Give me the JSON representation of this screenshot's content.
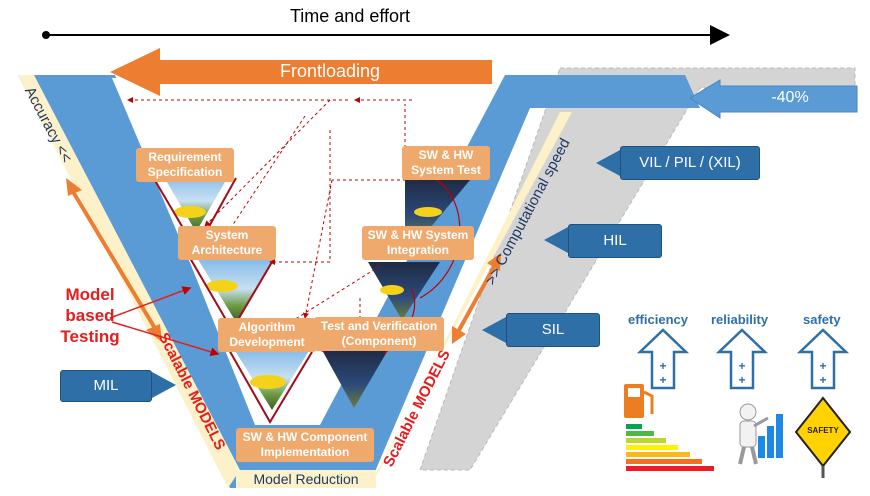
{
  "timeline": {
    "label": "Time and effort"
  },
  "frontloading": {
    "label": "Frontloading"
  },
  "reduction": {
    "label": "-40%"
  },
  "axes": {
    "accuracy": "Accuracy <<",
    "computational_speed": ">> Computational speed",
    "scalable_left": "Scalable MODELS",
    "scalable_right": "Scalable MODELS",
    "model_reduction": "Model Reduction"
  },
  "steps": {
    "requirement": "Requirement Specification",
    "architecture": "System Architecture",
    "algorithm": "Algorithm Development",
    "component_impl": "SW & HW Component Implementation",
    "test_component": "Test and Verification (Component)",
    "system_integration": "SW & HW System Integration",
    "system_test": "SW & HW System Test"
  },
  "callouts": {
    "vil": "VIL / PIL / (XIL)",
    "hil": "HIL",
    "sil": "SIL",
    "mil": "MIL"
  },
  "mbt": {
    "line1": "Model",
    "line2": "based",
    "line3": "Testing"
  },
  "qualities": [
    {
      "label": "efficiency"
    },
    {
      "label": "reliability"
    },
    {
      "label": "safety"
    }
  ],
  "safety_sign": {
    "label": "SAFETY"
  },
  "colors": {
    "v_blue": "#5b9bd5",
    "callout_blue": "#2f6fa7",
    "box_orange": "#f0a96d",
    "arrow_orange": "#ed7d31",
    "red": "#e31e1e",
    "band_cream": "#fdf1c9"
  }
}
